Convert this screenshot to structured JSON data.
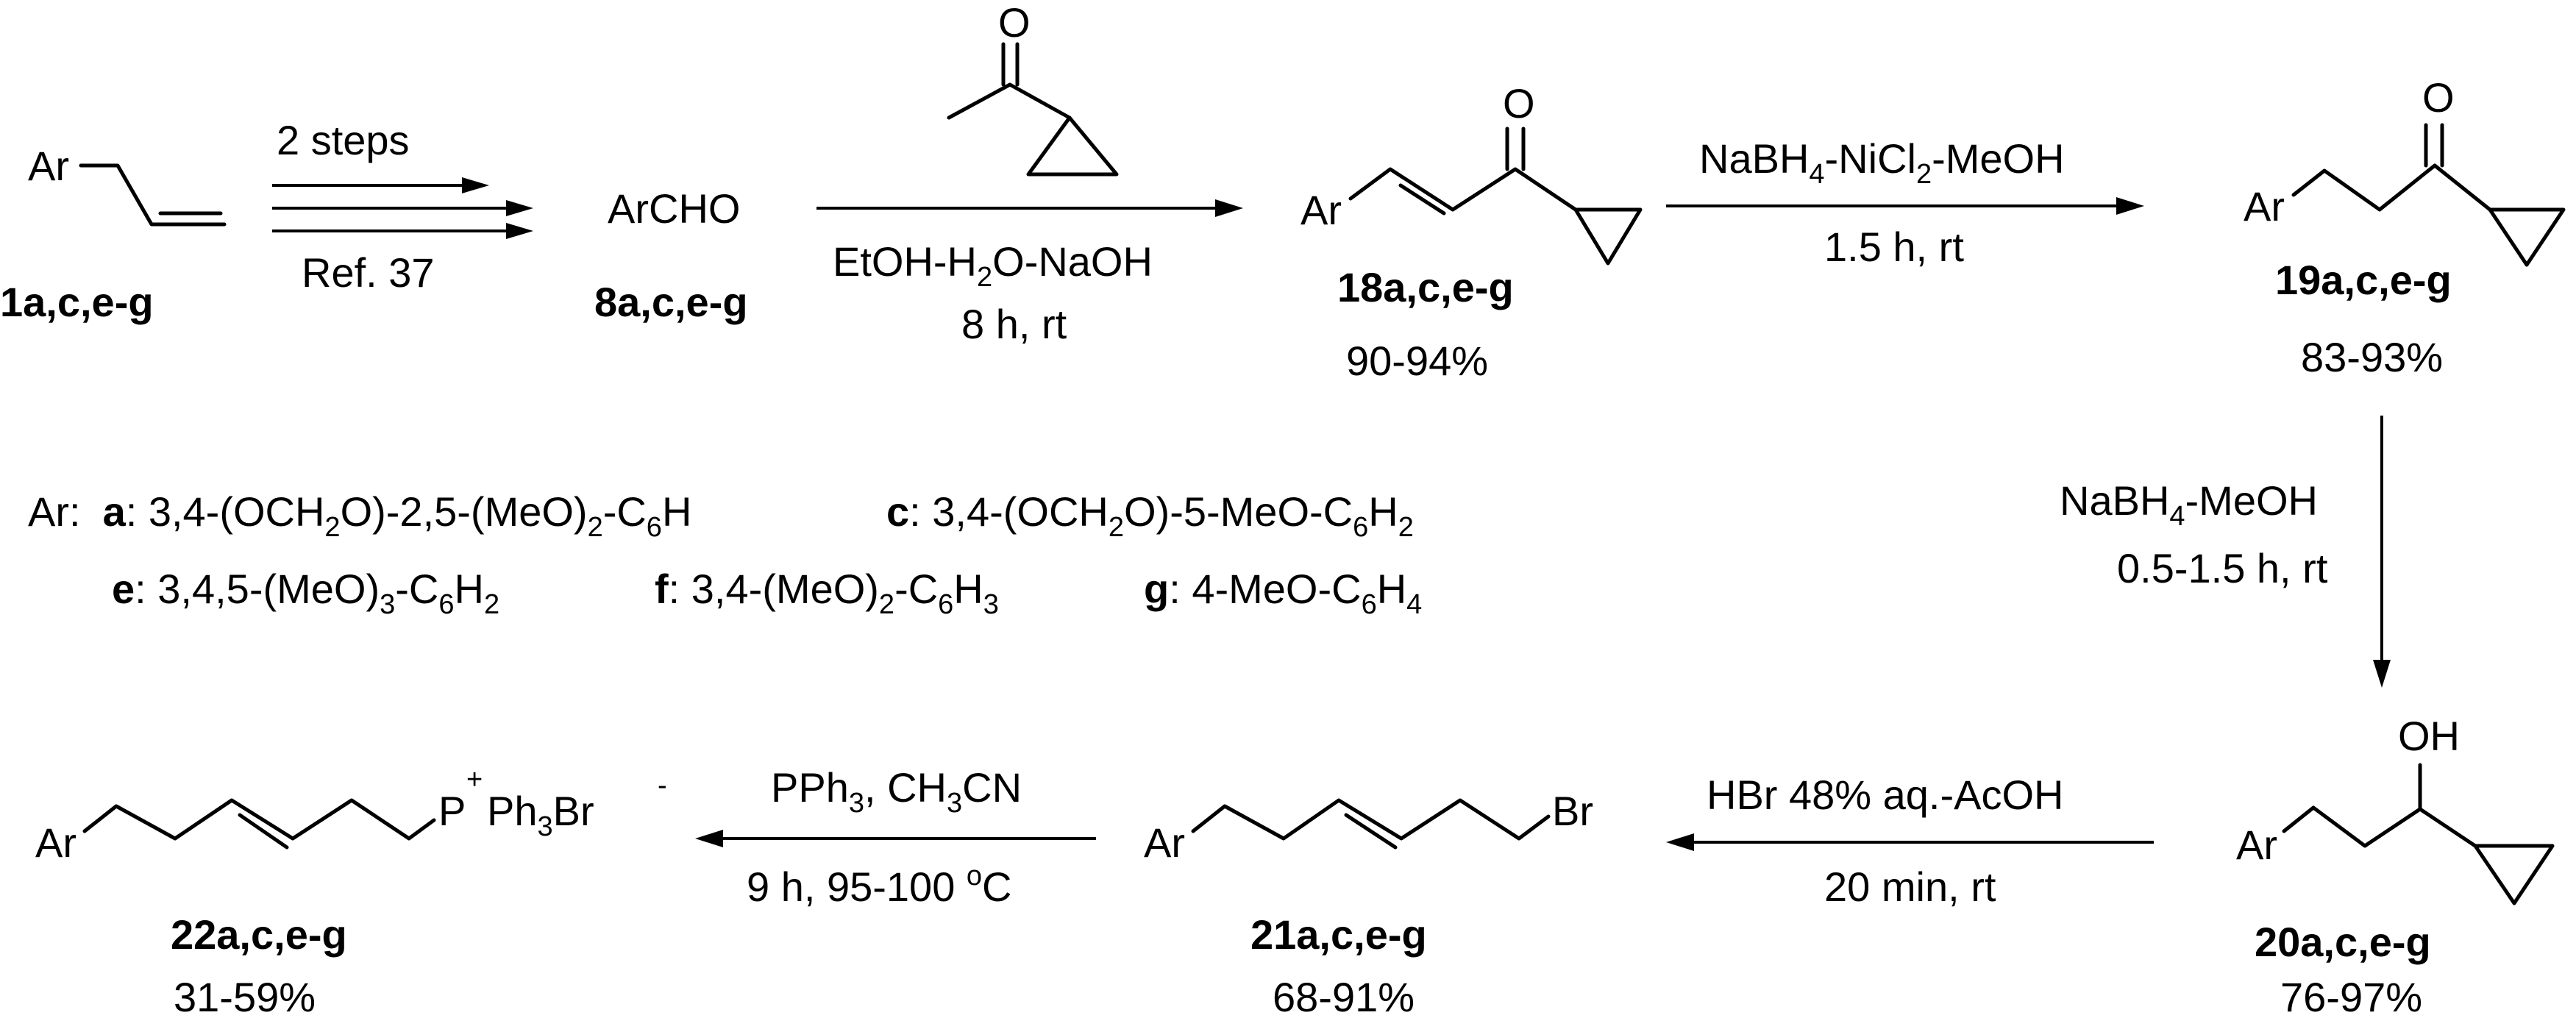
{
  "compounds": {
    "c1": {
      "label": "1a,c,e-g"
    },
    "c8": {
      "label": "8a,c,e-g",
      "formula": "ArCHO"
    },
    "c18": {
      "label": "18a,c,e-g",
      "yield": "90-94%"
    },
    "c19": {
      "label": "19a,c,e-g",
      "yield": "83-93%"
    },
    "c20": {
      "label": "20a,c,e-g",
      "yield": "76-97%"
    },
    "c21": {
      "label": "21a,c,e-g",
      "yield": "68-91%"
    },
    "c22": {
      "label": "22a,c,e-g",
      "yield": "31-59%"
    }
  },
  "atoms": {
    "ar": "Ar",
    "o": "O",
    "oh": "OH",
    "br": "Br",
    "p": "P",
    "plus": "+",
    "minus": "-",
    "ph3br_pre": "Ph",
    "ph3br_sub": "3",
    "ph3br_post": "Br"
  },
  "steps": {
    "s1": {
      "above": "2 steps",
      "below": "Ref. 37"
    },
    "s2": {
      "above_reagent": "1-cyclopropylethanone",
      "line1_pre": "EtOH-H",
      "line1_sub": "2",
      "line1_post": "O-NaOH",
      "line2": "8 h, rt"
    },
    "s3": {
      "line1_a": "NaBH",
      "line1_sub1": "4",
      "line1_b": "-NiCl",
      "line1_sub2": "2",
      "line1_c": "-MeOH",
      "line2": "1.5 h, rt"
    },
    "s4": {
      "line1_a": "NaBH",
      "line1_sub1": "4",
      "line1_b": "-MeOH",
      "line2": "0.5-1.5 h, rt"
    },
    "s5": {
      "line1": "HBr 48% aq.-AcOH",
      "line2": "20 min, rt"
    },
    "s6": {
      "line1_a": "PPh",
      "line1_sub1": "3",
      "line1_b": ", CH",
      "line1_sub2": "3",
      "line1_c": "CN",
      "line2_a": "9 h, 95-100 ",
      "line2_sup": "o",
      "line2_b": "C"
    }
  },
  "legend": {
    "prefix": "Ar:",
    "a_key": "a",
    "a_1": ": 3,4-(OCH",
    "a_s1": "2",
    "a_2": "O)-2,5-(MeO)",
    "a_s2": "2",
    "a_3": "-C",
    "a_s3": "6",
    "a_4": "H",
    "c_key": "c",
    "c_1": ": 3,4-(OCH",
    "c_s1": "2",
    "c_2": "O)-5-MeO-C",
    "c_s2": "6",
    "c_3": "H",
    "c_s3": "2",
    "e_key": "e",
    "e_1": ": 3,4,5-(MeO)",
    "e_s1": "3",
    "e_2": "-C",
    "e_s2": "6",
    "e_3": "H",
    "e_s3": "2",
    "f_key": "f",
    "f_1": ":  3,4-(MeO)",
    "f_s1": "2",
    "f_2": "-C",
    "f_s2": "6",
    "f_3": "H",
    "f_s3": "3",
    "g_key": "g",
    "g_1": ": 4-MeO-C",
    "g_s1": "6",
    "g_2": "H",
    "g_s2": "4"
  }
}
